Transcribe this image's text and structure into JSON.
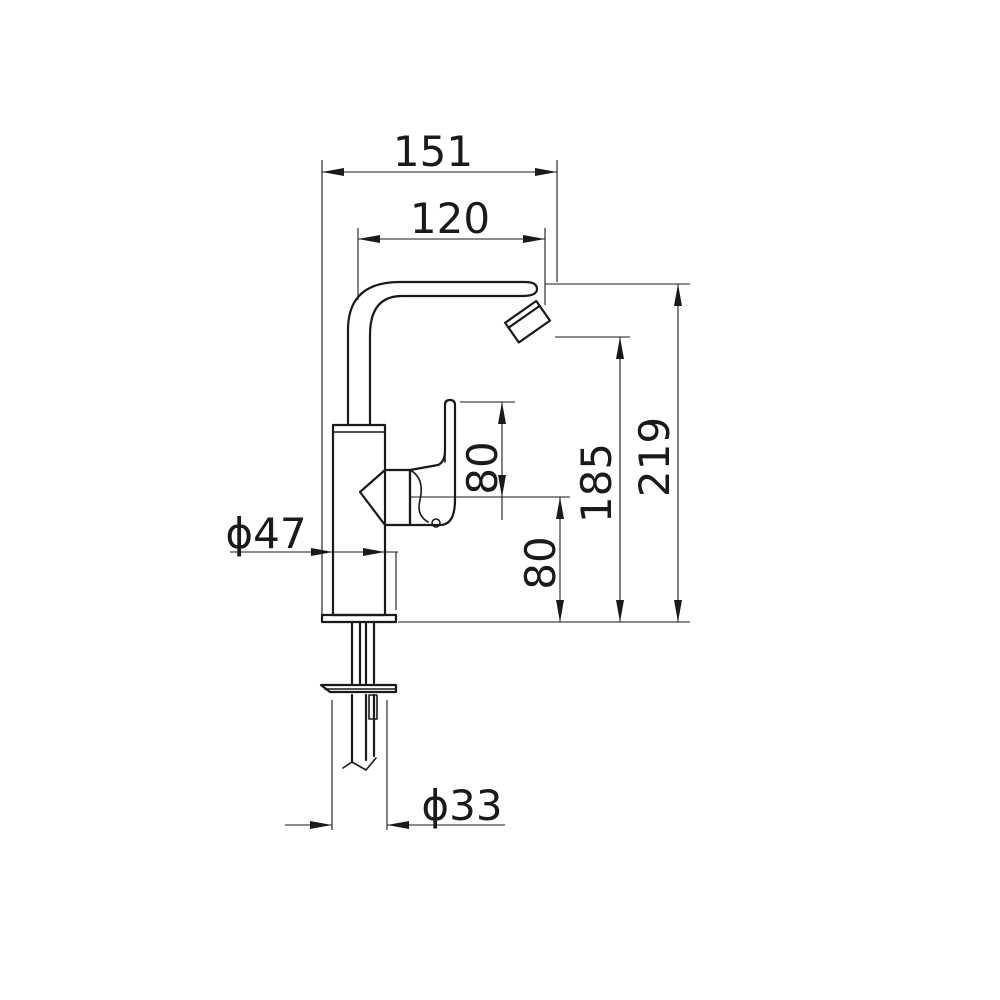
{
  "dimensions": {
    "overall_width": "151",
    "spout_reach": "120",
    "total_height": "219",
    "outlet_height": "185",
    "handle_height": "80",
    "lever_pivot_height": "80",
    "body_diameter": "ϕ47",
    "shank_diameter": "ϕ33"
  }
}
